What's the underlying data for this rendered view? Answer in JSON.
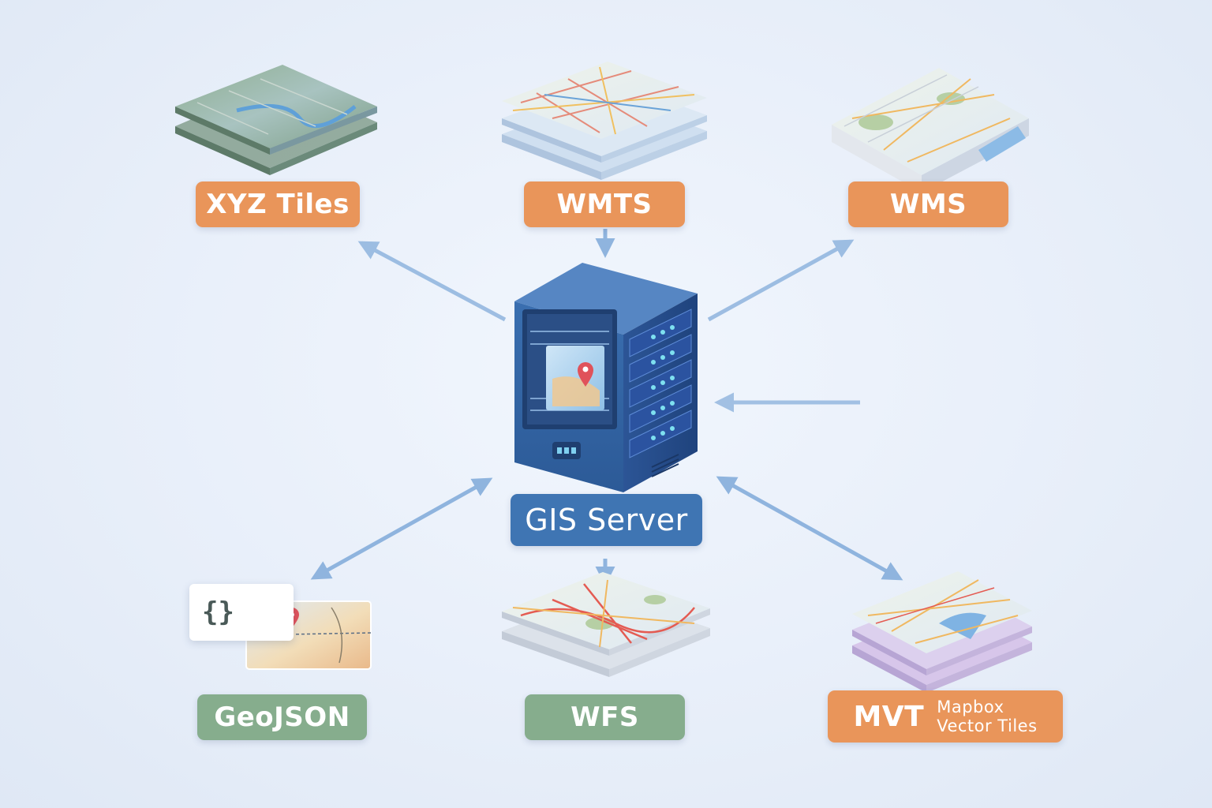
{
  "center": {
    "label": "GIS Server"
  },
  "formats": {
    "xyz": {
      "label": "XYZ Tiles"
    },
    "wmts": {
      "label": "WMTS"
    },
    "wms": {
      "label": "WMS"
    },
    "geojson": {
      "label": "GeoJSON",
      "icon_text": "{}"
    },
    "wfs": {
      "label": "WFS"
    },
    "mvt": {
      "label": "MVT",
      "sublabel_line1": "Mapbox",
      "sublabel_line2": "Vector Tiles"
    }
  },
  "icons": {
    "server": "server-icon",
    "tile_stack": "map-tile-stack-icon",
    "location_pin": "location-pin-icon",
    "json_document": "json-document-icon"
  },
  "colors": {
    "raster_label": "#e9955a",
    "vector_label": "#86ad8d",
    "server_label": "#3f75b3",
    "arrow": "#8fb4de"
  }
}
